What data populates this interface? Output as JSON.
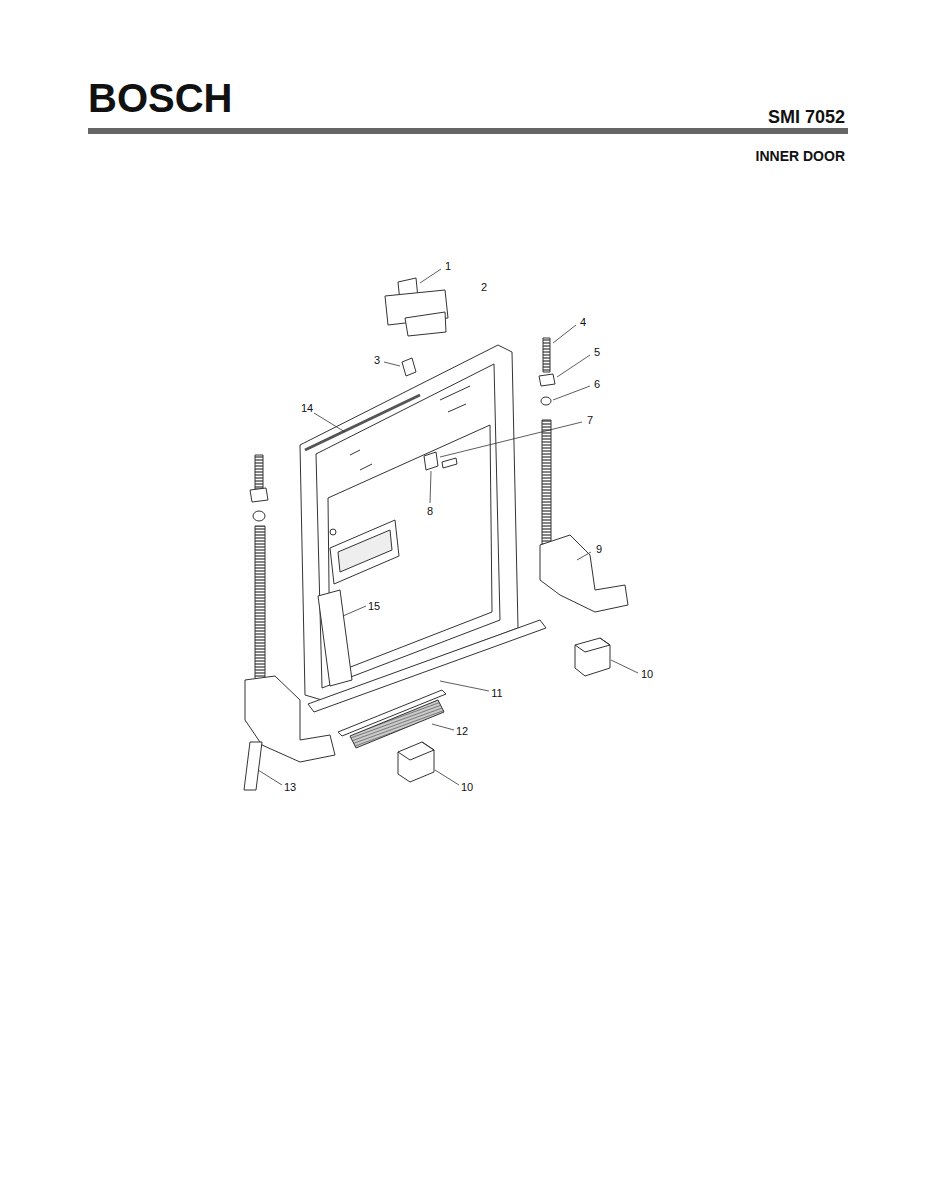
{
  "diagram": {
    "title": "INNER DOOR",
    "labels": [
      "BOSCH",
      "SMI 7052",
      "1",
      "2",
      "3",
      "4",
      "5",
      "6",
      "14",
      "7",
      "8",
      "9",
      "15",
      "10",
      "11",
      "12",
      "13",
      "10"
    ]
  }
}
